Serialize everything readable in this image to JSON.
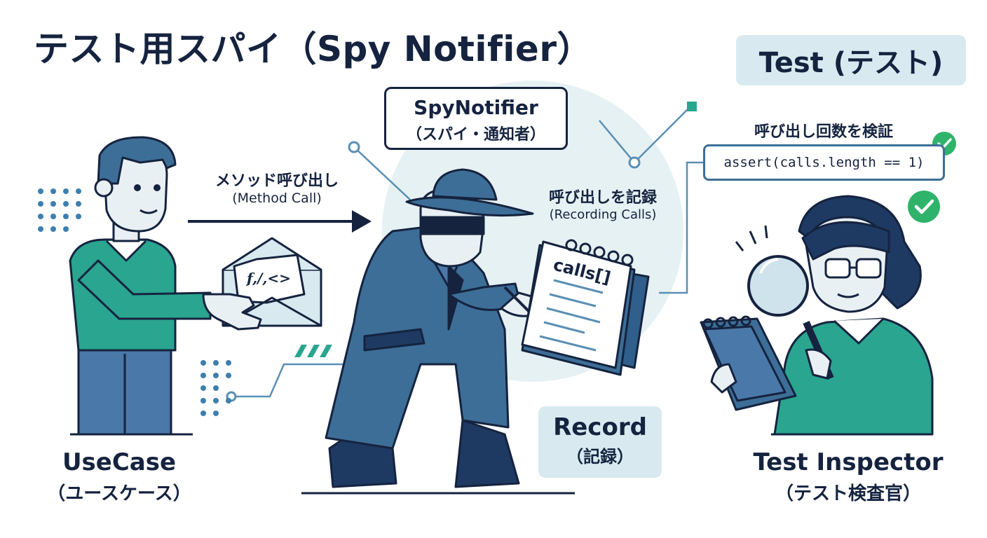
{
  "title": "テスト用スパイ（Spy Notifier）",
  "test_tag": "Test (テスト)",
  "spy_notifier": {
    "name": "SpyNotifier",
    "subtitle": "（スパイ・通知者）"
  },
  "method_call": {
    "jp": "メソッド呼び出し",
    "en": "(Method Call)"
  },
  "envelope_text": "f,/,<>",
  "recording": {
    "jp": "呼び出しを記録",
    "en": "(Recording Calls)"
  },
  "notebook_text": "calls[]",
  "verify": {
    "label": "呼び出し回数を検証",
    "code": "assert(calls.length == 1)"
  },
  "record_tag": {
    "en": "Record",
    "jp": "（記録）"
  },
  "usecase": {
    "en": "UseCase",
    "jp": "（ユースケース）"
  },
  "inspector": {
    "en": "Test Inspector",
    "jp": "（テスト検査官）"
  },
  "colors": {
    "navy": "#15233f",
    "teal": "#2aa58f",
    "steel": "#3d6e97",
    "pale_blue": "#d8eaf0",
    "check_green": "#2fb36b"
  }
}
